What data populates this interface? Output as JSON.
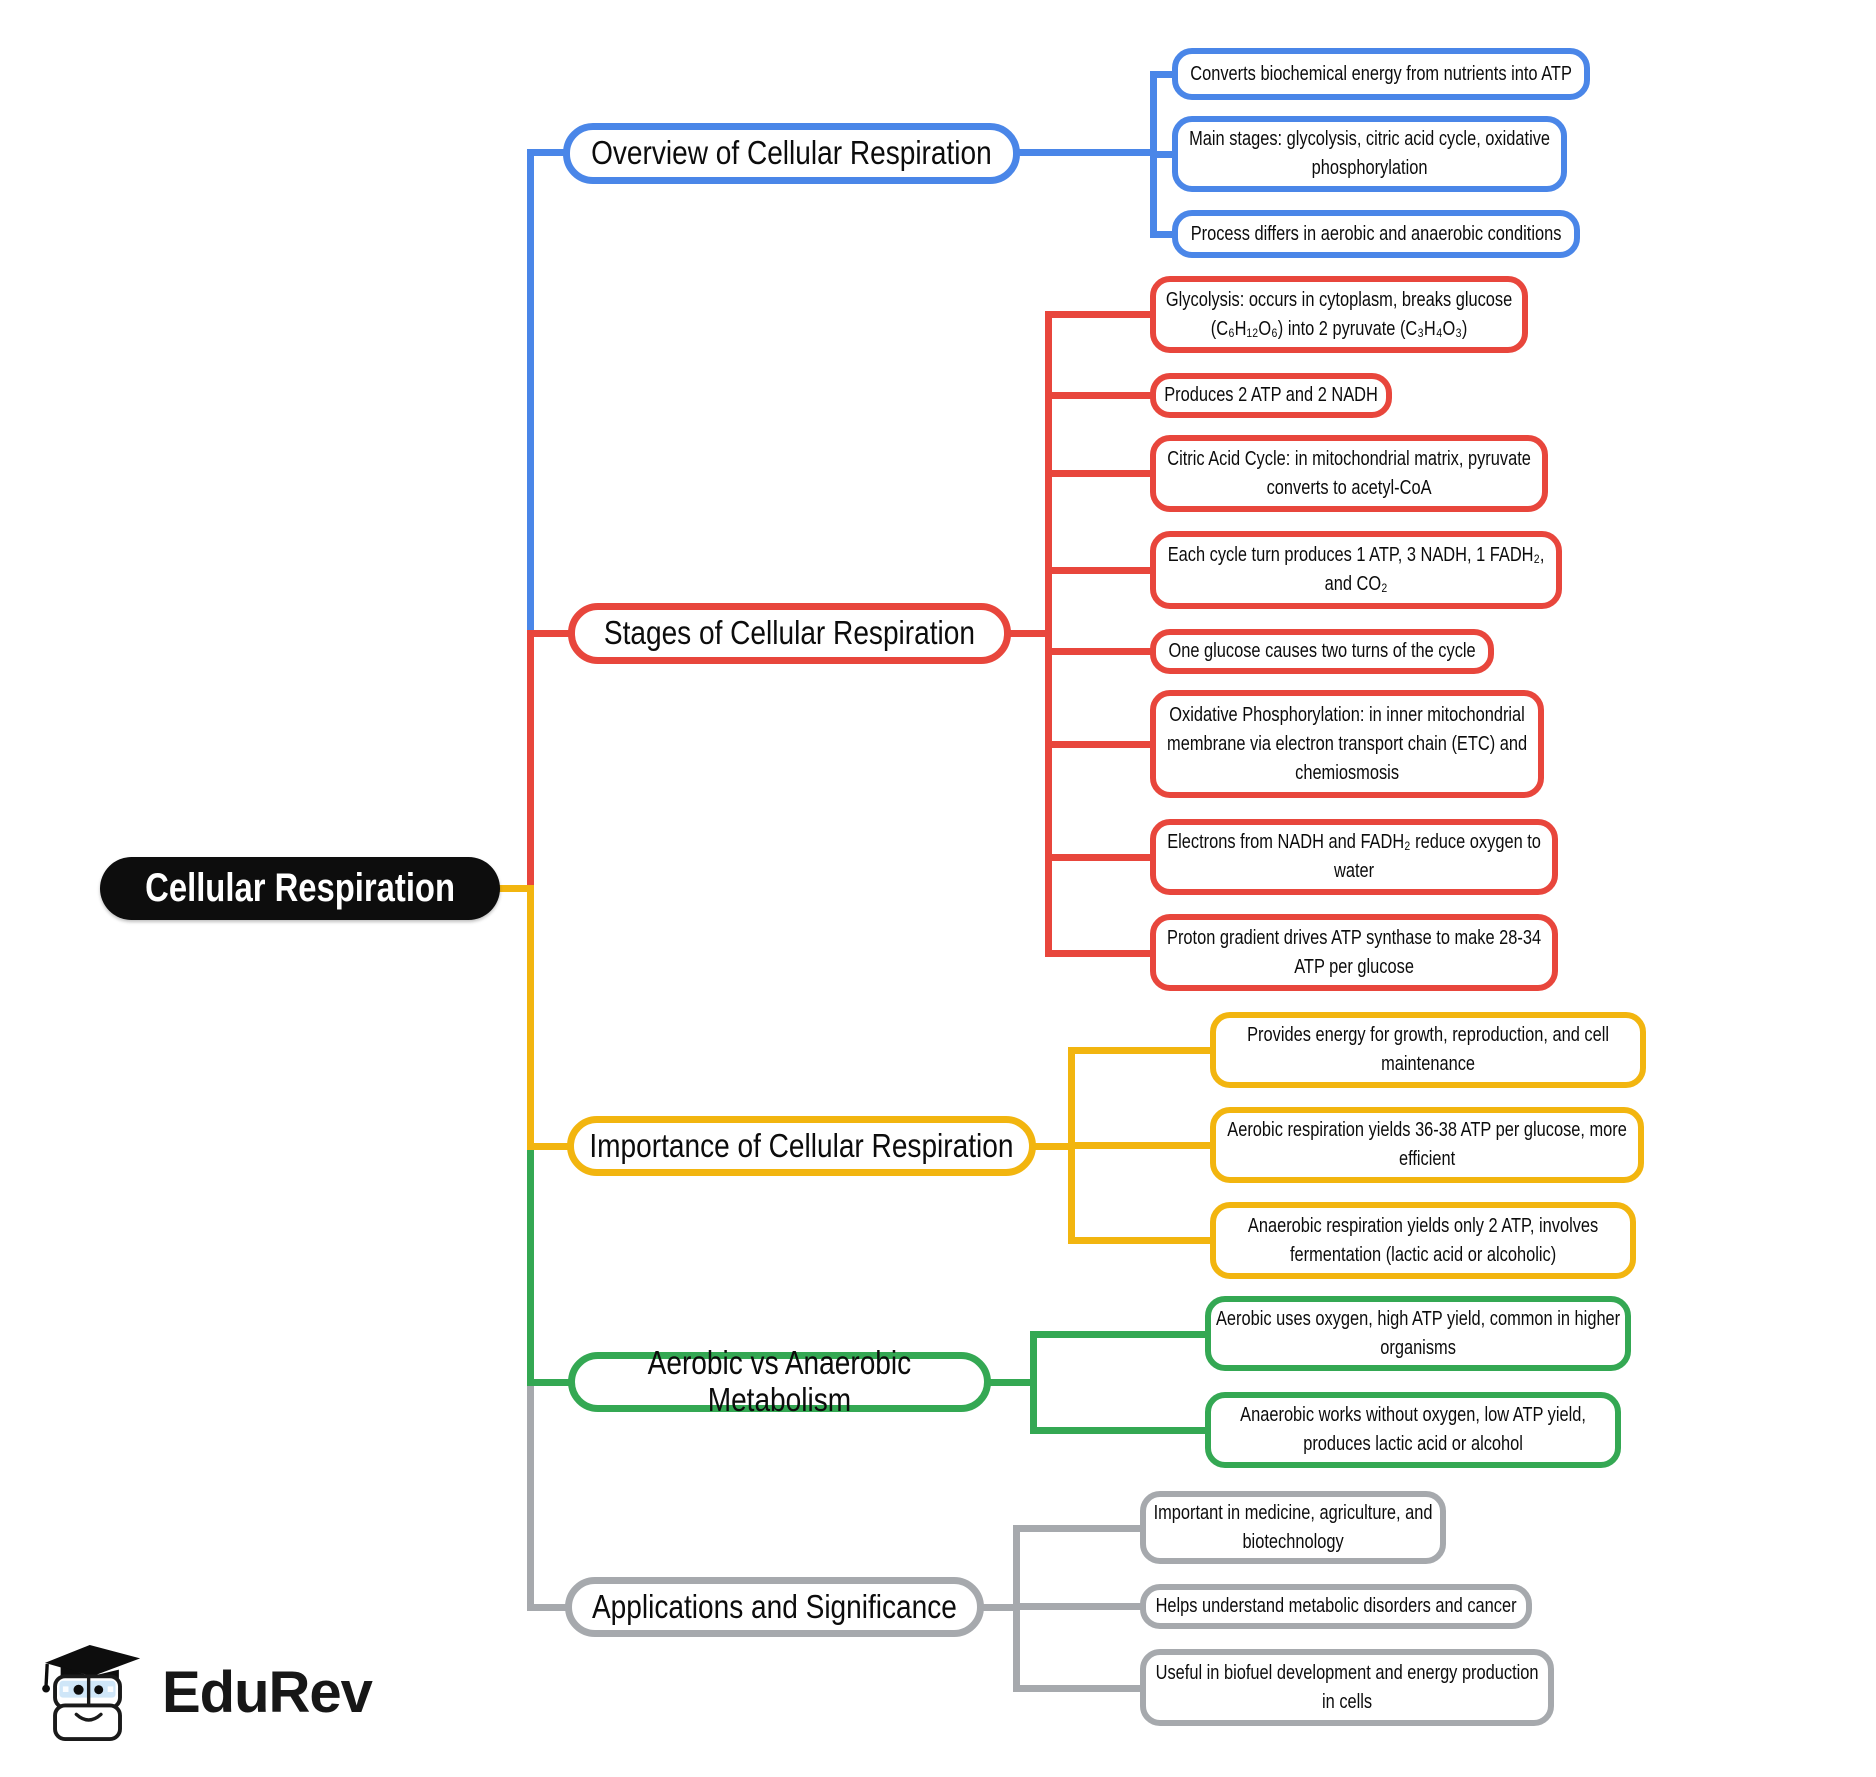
{
  "central": {
    "title": "Cellular Respiration",
    "bg": "#0d0d0d",
    "text_color": "#ffffff"
  },
  "palette": {
    "overview": "#4a86e8",
    "stages": "#e8463c",
    "importance": "#f2b50f",
    "aerobic_vs_anaerobic": "#34a853",
    "applications": "#a6a9ad",
    "central_bg": "#0d0d0d"
  },
  "branches": [
    {
      "label": "Overview of Cellular Respiration",
      "color": "#4a86e8",
      "leaves": [
        "Converts biochemical energy from nutrients into ATP",
        "Main stages: glycolysis, citric acid cycle, oxidative phosphorylation",
        "Process differs in aerobic and anaerobic conditions"
      ]
    },
    {
      "label": "Stages of Cellular Respiration",
      "color": "#e8463c",
      "leaves": [
        "Glycolysis: occurs in cytoplasm, breaks glucose (C₆H₁₂O₆) into 2 pyruvate (C₃H₄O₃)",
        "Produces 2 ATP and 2 NADH",
        "Citric Acid Cycle: in mitochondrial matrix, pyruvate converts to acetyl-CoA",
        "Each cycle turn produces 1 ATP, 3 NADH, 1 FADH₂, and CO₂",
        "One glucose causes two turns of the cycle",
        "Oxidative Phosphorylation: in inner mitochondrial membrane via electron transport chain (ETC) and chemiosmosis",
        "Electrons from NADH and FADH₂ reduce oxygen to water",
        "Proton gradient drives ATP synthase to make 28-34 ATP per glucose"
      ]
    },
    {
      "label": "Importance of Cellular Respiration",
      "color": "#f2b50f",
      "leaves": [
        "Provides energy for growth, reproduction, and cell maintenance",
        "Aerobic respiration yields 36-38 ATP per glucose, more efficient",
        "Anaerobic respiration yields only 2 ATP, involves fermentation (lactic acid or alcoholic)"
      ]
    },
    {
      "label": "Aerobic vs Anaerobic Metabolism",
      "color": "#34a853",
      "leaves": [
        "Aerobic uses oxygen, high ATP yield, common in higher organisms",
        "Anaerobic works without oxygen, low ATP yield, produces lactic acid or alcohol"
      ]
    },
    {
      "label": "Applications and Significance",
      "color": "#a6a9ad",
      "leaves": [
        "Important in medicine, agriculture, and biotechnology",
        "Helps understand metabolic disorders and cancer",
        "Useful in biofuel development and energy production in cells"
      ]
    }
  ],
  "footer": {
    "brand": "EduRev"
  }
}
